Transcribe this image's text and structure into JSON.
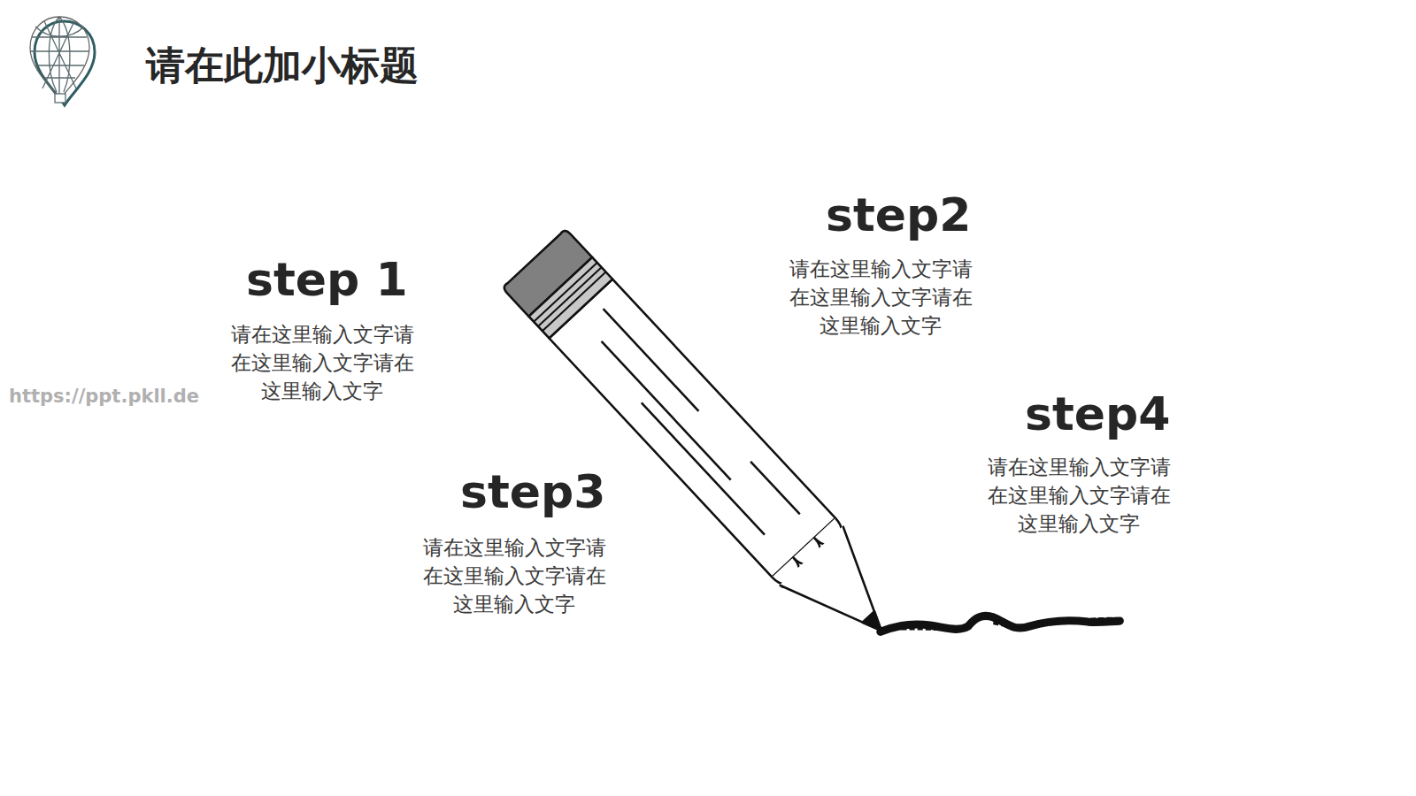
{
  "diagram": {
    "title": "请在此加小标题",
    "labels": [
      "step 1",
      "请在这里输入文字请 在这里输入文字请在 这里输入文字",
      "step2",
      "请在这里输入文字请 在这里输入文字请在 这里输入文字",
      "step4",
      "请在这里输入文字请 在这里输入文字请在 这里输入文字",
      "step3",
      "请在这里输入文字请 在这里输入文字请在 这里输入文字",
      "https://ppt.pkll.de"
    ]
  }
}
